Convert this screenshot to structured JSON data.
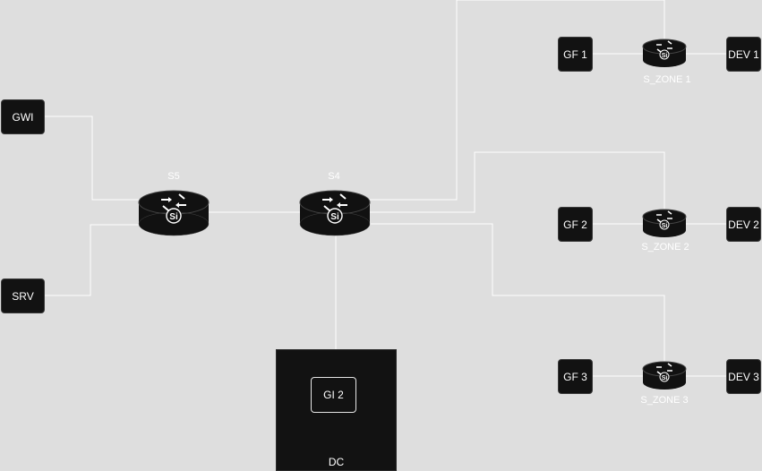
{
  "colors": {
    "background": "#dedede",
    "node_fill": "#121212",
    "node_text": "#ffffff",
    "link": "#ffffff",
    "router_fill": "#111111"
  },
  "nodes": {
    "gwi": "GWI",
    "srv": "SRV",
    "gf1": "GF 1",
    "gf2": "GF 2",
    "gf3": "GF 3",
    "dev1": "DEV 1",
    "dev2": "DEV 2",
    "dev3": "DEV 3",
    "gi2": "GI 2",
    "dc": "DC"
  },
  "routers": {
    "s5": {
      "label": "S5",
      "icon": "router-icon",
      "badge": "Si"
    },
    "s4": {
      "label": "S4",
      "icon": "router-icon",
      "badge": "Si"
    },
    "zone1": {
      "label": "S_ZONE 1",
      "icon": "router-icon",
      "badge": "Si"
    },
    "zone2": {
      "label": "S_ZONE 2",
      "icon": "router-icon",
      "badge": "Si"
    },
    "zone3": {
      "label": "S_ZONE 3",
      "icon": "router-icon",
      "badge": "Si"
    }
  }
}
